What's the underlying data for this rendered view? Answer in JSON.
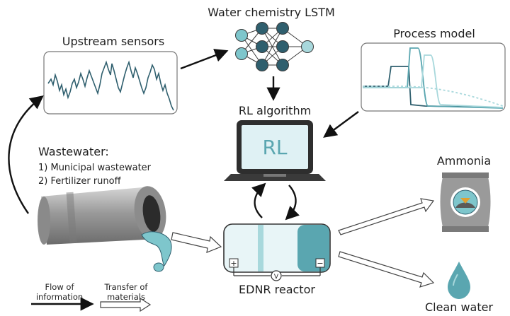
{
  "labels": {
    "lstm": "Water chemistry LSTM",
    "upstream": "Upstream sensors",
    "process": "Process model",
    "rl_algorithm": "RL algorithm",
    "rl_screen": "RL",
    "wastewater_title": "Wastewater:",
    "wastewater_item1": "1) Municipal wastewater",
    "wastewater_item2": "2) Fertilizer runoff",
    "ammonia": "Ammonia",
    "ednr": "EDNR reactor",
    "clean_water": "Clean water",
    "plus": "+",
    "minus": "−",
    "volt": "V"
  },
  "legend": {
    "info_line1": "Flow of",
    "info_line2": "information",
    "mat_line1": "Transfer of",
    "mat_line2": "materials"
  },
  "colors": {
    "teal_dark": "#2f5f6e",
    "teal_mid": "#5aa6b0",
    "teal_light": "#a8d8dc",
    "node_fill": "#7ec6cc",
    "screen": "#dff1f4"
  }
}
